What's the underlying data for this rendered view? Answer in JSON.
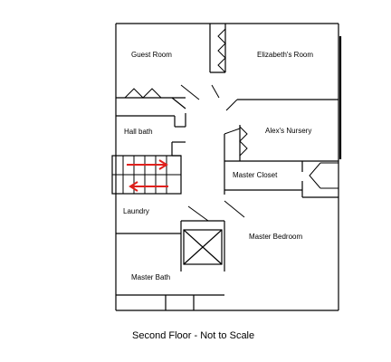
{
  "rooms": {
    "guest_room": "Guest Room",
    "elizabeths_room": "Elizabeth's Room",
    "hall_bath": "Hall bath",
    "alexs_nursery": "Alex's Nursery",
    "master_closet": "Master Closet",
    "laundry": "Laundry",
    "master_bedroom": "Master Bedroom",
    "master_bath": "Master Bath"
  },
  "caption": "Second Floor - Not to Scale",
  "colors": {
    "walls": "#000000",
    "stair_arrows": "#e0201c"
  }
}
